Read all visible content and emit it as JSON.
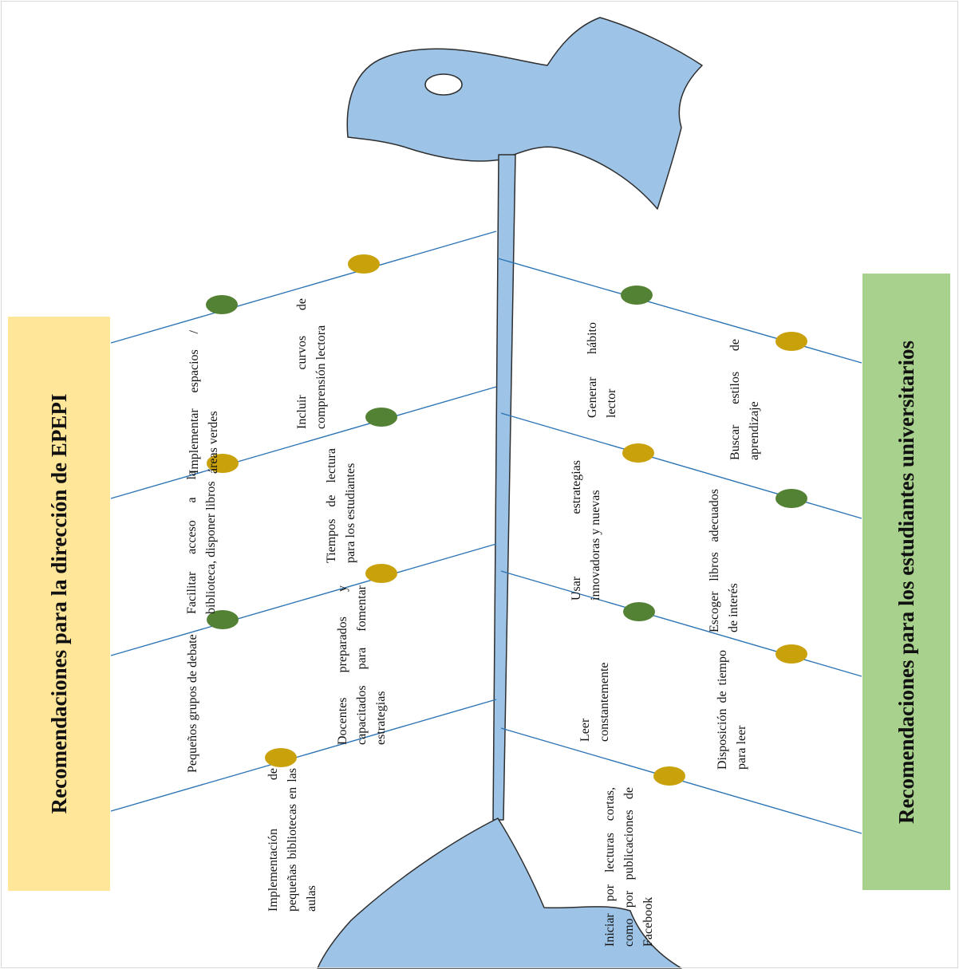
{
  "panels": {
    "left": {
      "title": "Recomendaciones para la dirección de EPEPI"
    },
    "right": {
      "title": "Recomendaciones para los estudiantes universitarios"
    }
  },
  "colors": {
    "fish": "#9dc3e6",
    "fish_outline": "#2e2e2e",
    "bone": "#2e75b6",
    "dot_gold": "#c9a10a",
    "dot_green": "#548235",
    "left_panel": "#ffe699",
    "right_panel": "#a9d18e"
  },
  "left_recommendations": [
    "Implementar espacios /áreas verdes",
    "Incluir curvos de comprensión lectora",
    "Facilitar acceso a la biblioteca, disponer libros",
    "Tiempos de lectura para los estudiantes",
    "Pequeños grupos de debate",
    "Docentes preparados y capacitados para fomentar estrategias",
    "Implementación de pequeñas bibliotecas en las aulas"
  ],
  "right_recommendations": [
    "Generar hábito lector",
    "Buscar estilos de aprendizaje",
    "Usar estrategias innovadoras y nuevas",
    "Escoger libros adecuados de interés",
    "Leer constantemente",
    "Disposición de tiempo para leer",
    "Iniciar por lecturas cortas, como por publicaciones de Facebook"
  ]
}
